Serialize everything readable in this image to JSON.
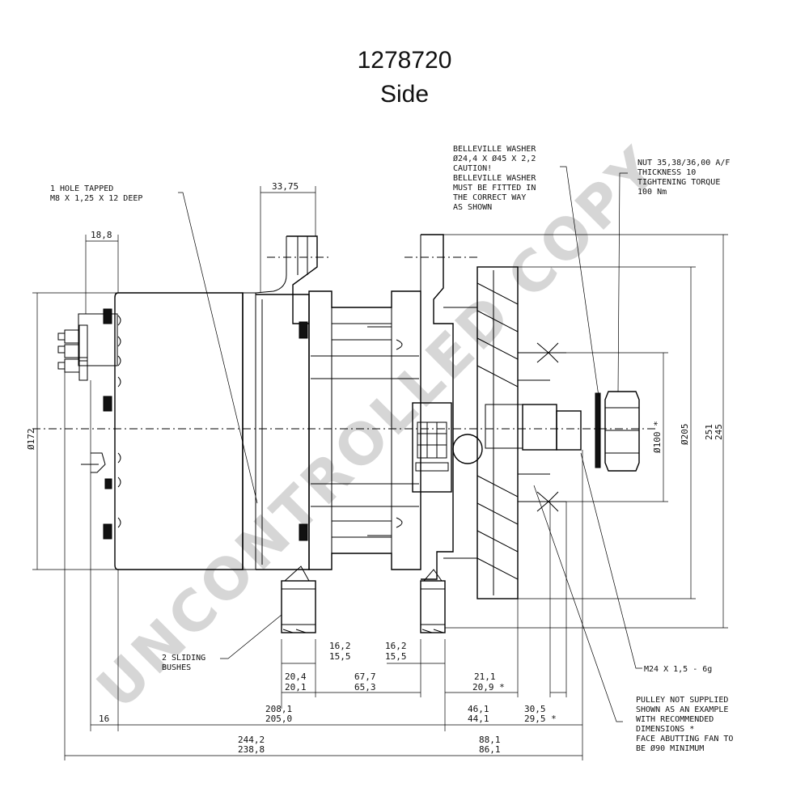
{
  "title": {
    "part_number": "1278720",
    "view": "Side"
  },
  "watermark": "UNCONTROLLED COPY",
  "notes": {
    "hole_tapped": [
      "1 HOLE TAPPED",
      "M8 X 1,25 X 12 DEEP"
    ],
    "belleville": [
      "BELLEVILLE WASHER",
      "Ø24,4 X Ø45 X 2,2",
      "CAUTION!",
      "BELLEVILLE WASHER",
      "MUST BE FITTED IN",
      "THE CORRECT WAY",
      "AS SHOWN"
    ],
    "nut": [
      "NUT 35,38/36,00 A/F",
      "THICKNESS 10",
      "TIGHTENING TORQUE",
      "100 Nm"
    ],
    "bushes": [
      "2 SLIDING",
      "BUSHES"
    ],
    "thread": "M24 X 1,5 - 6g",
    "pulley": [
      "PULLEY NOT SUPPLIED",
      "SHOWN AS AN EXAMPLE",
      "WITH RECOMMENDED",
      "DIMENSIONS *",
      "FACE ABUTTING FAN TO",
      "BE Ø90 MINIMUM"
    ]
  },
  "dimensions": {
    "d_33_75": "33,75",
    "d_18_8": "18,8",
    "d_172": "Ø172",
    "d_100": "Ø100 *",
    "d_205": "Ø205",
    "d_251": "251",
    "d_245": "245",
    "bush_left_top": "16,2",
    "bush_left_bot": "15,5",
    "bush_right_top": "16,2",
    "bush_right_bot": "15,5",
    "d_20_4": "20,4",
    "d_20_1": "20,1",
    "d_67_7": "67,7",
    "d_65_3": "65,3",
    "d_21_1": "21,1",
    "d_20_9": "20,9 *",
    "d_208_1": "208,1",
    "d_205_0": "205,0",
    "d_16": "16",
    "d_46_1": "46,1",
    "d_44_1": "44,1",
    "d_30_5": "30,5",
    "d_29_5": "29,5 *",
    "d_244_2": "244,2",
    "d_238_8": "238,8",
    "d_88_1": "88,1",
    "d_86_1": "86,1"
  }
}
